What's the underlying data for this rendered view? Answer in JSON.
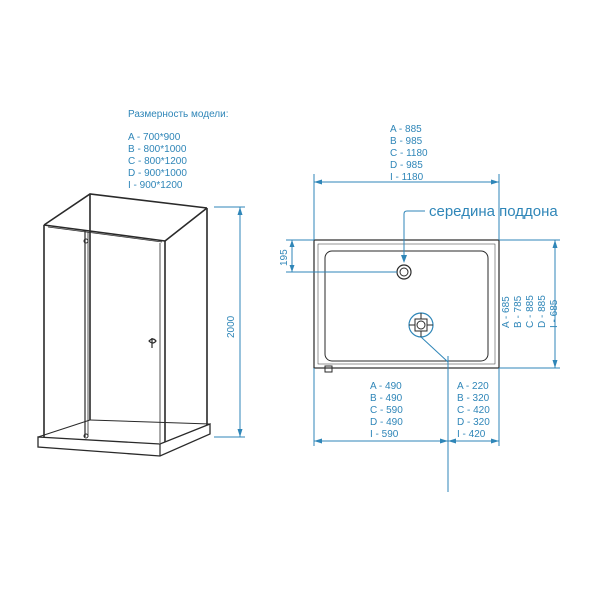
{
  "colors": {
    "accent": "#2f86b8",
    "ink": "#2a2a2a",
    "background": "#ffffff"
  },
  "models": {
    "title": "Размерность модели:",
    "items": [
      "A - 700*900",
      "B - 800*1000",
      "C - 800*1200",
      "D - 900*1000",
      "I   - 900*1200"
    ]
  },
  "cabin": {
    "height_label": "2000"
  },
  "tray": {
    "width_list": [
      "A - 885",
      "B - 985",
      "C - 1180",
      "D - 985",
      "I - 1180"
    ],
    "depth_list": [
      "A - 685",
      "B - 785",
      "C - 885",
      "D - 885",
      "I - 685"
    ],
    "drain_offset_label": "195",
    "center_label": "середина поддона",
    "left_list": [
      "A - 490",
      "B - 490",
      "C - 590",
      "D - 490",
      "I - 590"
    ],
    "right_list": [
      "A - 220",
      "B - 320",
      "C - 420",
      "D - 320",
      "I - 420"
    ]
  },
  "icons": {
    "drain": "drain-circle-icon",
    "valve": "mixer-valve-icon",
    "handle": "door-handle-icon"
  }
}
